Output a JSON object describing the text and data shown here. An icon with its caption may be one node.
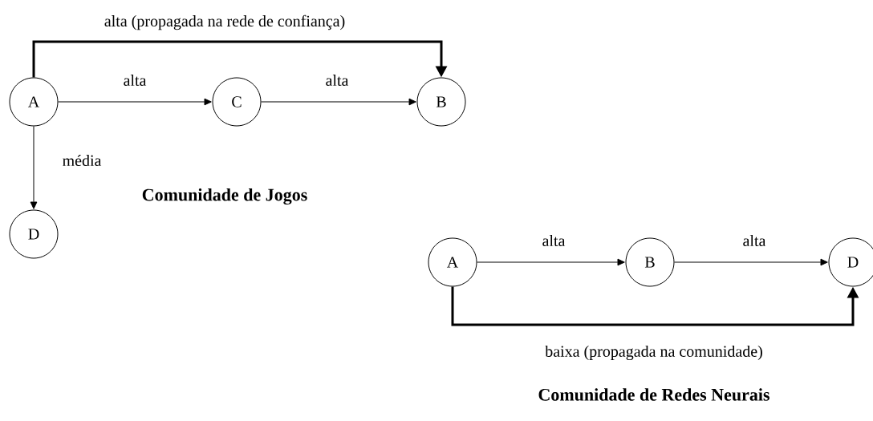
{
  "diagram": {
    "nodes": [
      {
        "text": [
          "A"
        ]
      },
      {
        "text": [
          "C"
        ]
      },
      {
        "text": [
          "B"
        ]
      },
      {
        "text": [
          "D"
        ]
      },
      {
        "text": [
          "A"
        ]
      },
      {
        "text": [
          "B"
        ]
      },
      {
        "text": [
          "D"
        ]
      }
    ],
    "edges": [
      {
        "from": 0,
        "to": 2,
        "arrow": "to",
        "label": "alta (propagada na rede de confiança)",
        "style": "thick"
      },
      {
        "from": 0,
        "to": 1,
        "arrow": "to",
        "label": "alta"
      },
      {
        "from": 1,
        "to": 2,
        "arrow": "to",
        "label": "alta"
      },
      {
        "from": 0,
        "to": 3,
        "arrow": "to",
        "label": "média"
      },
      {
        "from": 4,
        "to": 5,
        "arrow": "to",
        "label": "alta"
      },
      {
        "from": 5,
        "to": 6,
        "arrow": "to",
        "label": "alta"
      },
      {
        "from": 4,
        "to": 6,
        "arrow": "to",
        "label": "baixa (propagada na comunidade)",
        "style": "thick"
      }
    ],
    "labels": [
      "Comunidade de Jogos",
      "Comunidade de Redes Neurais"
    ]
  }
}
